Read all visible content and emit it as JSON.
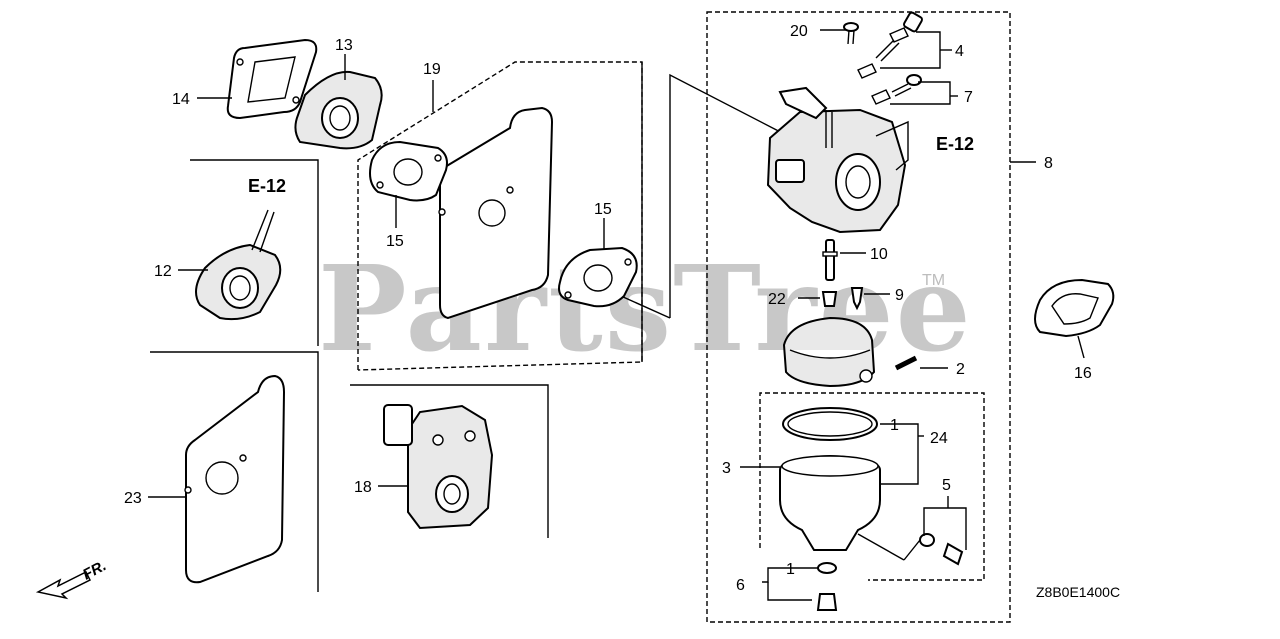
{
  "watermark": {
    "text": "PartsTree",
    "tm": "TM"
  },
  "diagram_code": "Z8B0E1400C",
  "front_indicator": "FR.",
  "refs": {
    "upper": "E-12",
    "left": "E-12"
  },
  "callouts": {
    "c1a": "1",
    "c1b": "1",
    "c2": "2",
    "c3": "3",
    "c4": "4",
    "c5": "5",
    "c6": "6",
    "c7": "7",
    "c8": "8",
    "c9": "9",
    "c10": "10",
    "c12": "12",
    "c13": "13",
    "c14": "14",
    "c15a": "15",
    "c15b": "15",
    "c16": "16",
    "c18": "18",
    "c19": "19",
    "c20": "20",
    "c22": "22",
    "c23": "23",
    "c24": "24"
  }
}
